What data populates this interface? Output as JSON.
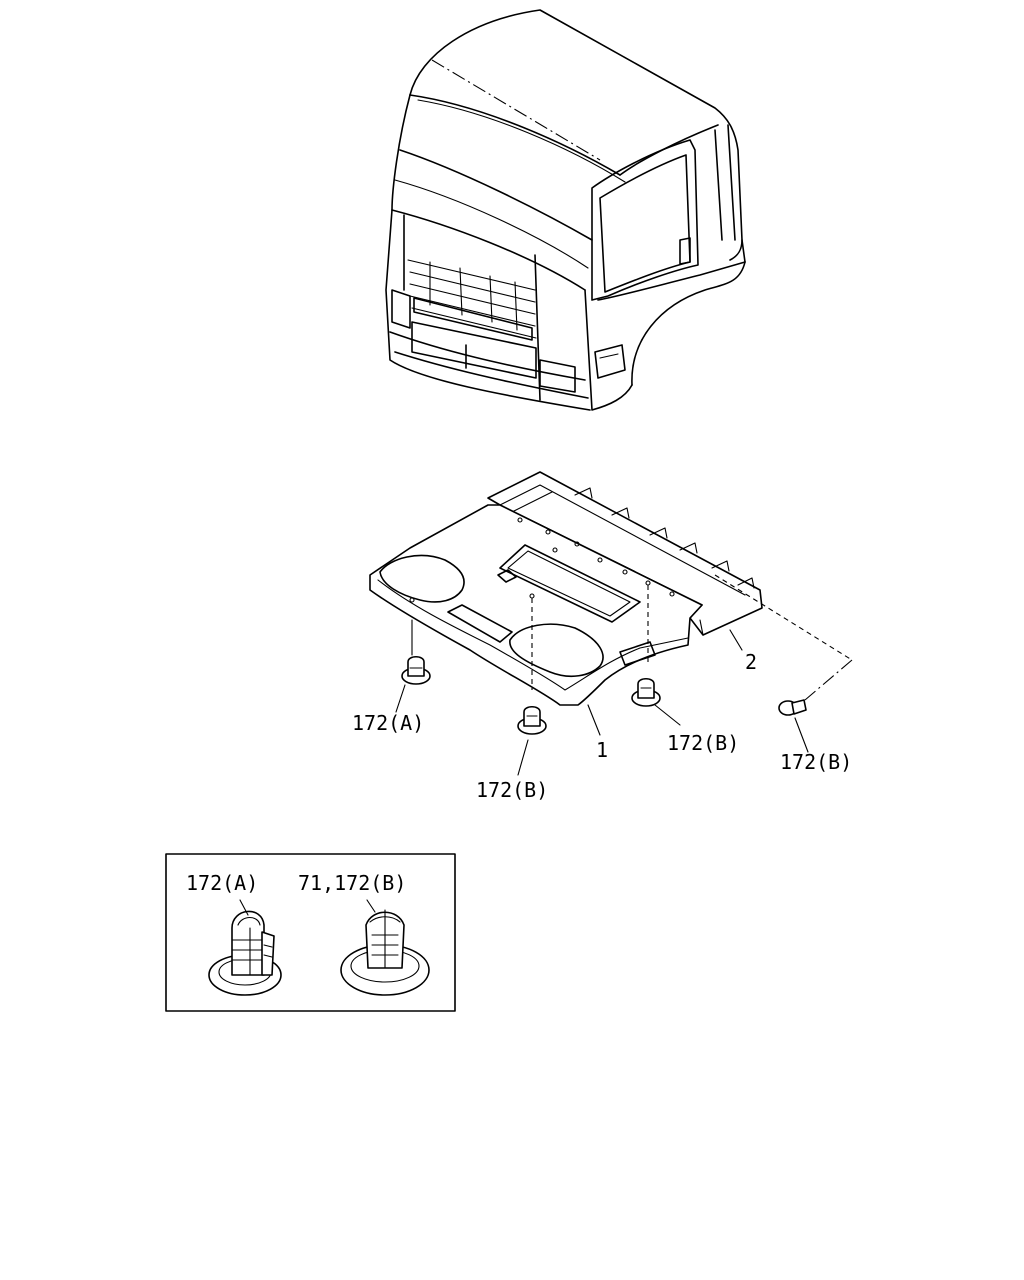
{
  "labels": {
    "part_1": "1",
    "part_2": "2",
    "clip_a_left": "172(A)",
    "clip_b_center": "172(B)",
    "clip_b_right_inner": "172(B)",
    "clip_b_right_outer": "172(B)"
  },
  "inset": {
    "clip_a": "172(A)",
    "clip_b": "71,172(B)"
  }
}
